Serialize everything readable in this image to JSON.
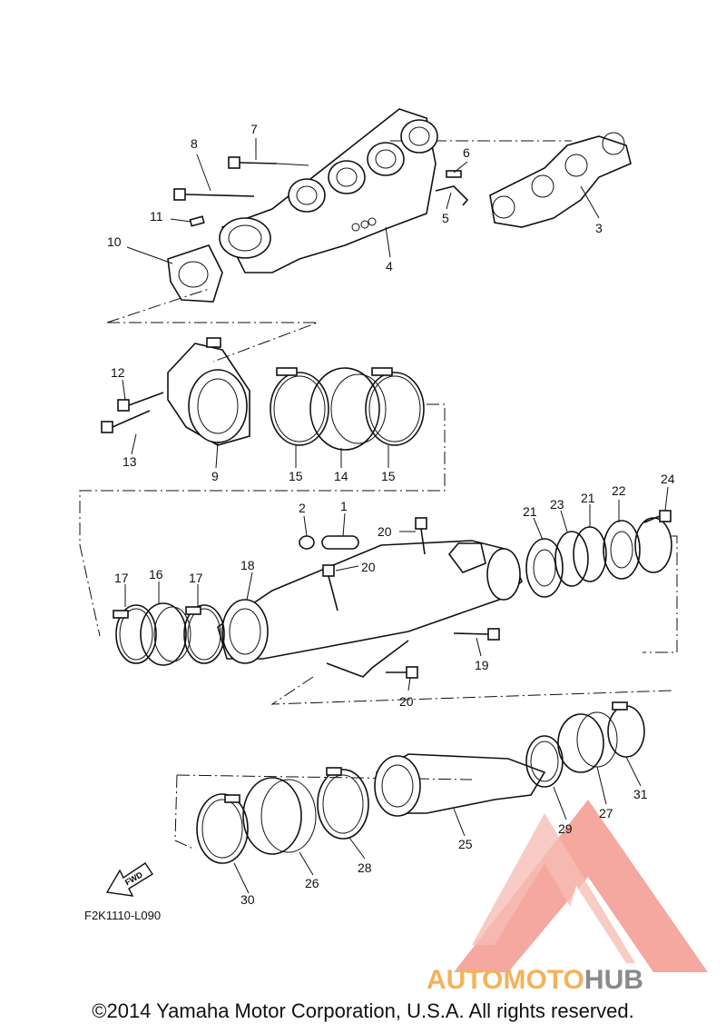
{
  "diagram": {
    "callouts": [
      {
        "id": "c7",
        "label": "7"
      },
      {
        "id": "c8",
        "label": "8"
      },
      {
        "id": "c6",
        "label": "6"
      },
      {
        "id": "c5",
        "label": "5"
      },
      {
        "id": "c3",
        "label": "3"
      },
      {
        "id": "c4",
        "label": "4"
      },
      {
        "id": "c11",
        "label": "11"
      },
      {
        "id": "c10",
        "label": "10"
      },
      {
        "id": "c12",
        "label": "12"
      },
      {
        "id": "c13",
        "label": "13"
      },
      {
        "id": "c9",
        "label": "9"
      },
      {
        "id": "c15a",
        "label": "15"
      },
      {
        "id": "c14",
        "label": "14"
      },
      {
        "id": "c15b",
        "label": "15"
      },
      {
        "id": "c2",
        "label": "2"
      },
      {
        "id": "c1",
        "label": "1"
      },
      {
        "id": "c20a",
        "label": "20"
      },
      {
        "id": "c20b",
        "label": "20"
      },
      {
        "id": "c21a",
        "label": "21"
      },
      {
        "id": "c23",
        "label": "23"
      },
      {
        "id": "c21b",
        "label": "21"
      },
      {
        "id": "c22",
        "label": "22"
      },
      {
        "id": "c24",
        "label": "24"
      },
      {
        "id": "c17a",
        "label": "17"
      },
      {
        "id": "c16",
        "label": "16"
      },
      {
        "id": "c17b",
        "label": "17"
      },
      {
        "id": "c18",
        "label": "18"
      },
      {
        "id": "c19",
        "label": "19"
      },
      {
        "id": "c20c",
        "label": "20"
      },
      {
        "id": "c31",
        "label": "31"
      },
      {
        "id": "c27",
        "label": "27"
      },
      {
        "id": "c29",
        "label": "29"
      },
      {
        "id": "c25",
        "label": "25"
      },
      {
        "id": "c28",
        "label": "28"
      },
      {
        "id": "c26",
        "label": "26"
      },
      {
        "id": "c30",
        "label": "30"
      }
    ],
    "fwd_label": "FWD",
    "figure_code": "F2K1110-L090"
  },
  "watermark": {
    "brand_part1": "AUTOMOTO",
    "brand_part2": "HUB",
    "colors": {
      "logo": "#f28b7f",
      "auto": "#f5b25a",
      "hub": "#8a8a8a"
    }
  },
  "copyright": "©2014 Yamaha Motor Corporation, U.S.A. All rights reserved."
}
